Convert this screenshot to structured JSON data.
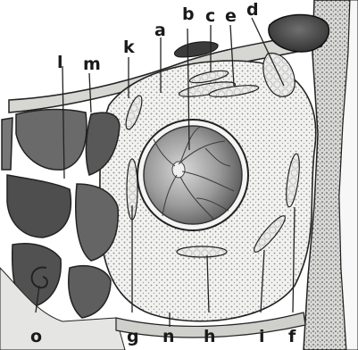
{
  "figure": {
    "labels": {
      "a": "a",
      "b": "b",
      "c": "c",
      "d": "d",
      "e": "e",
      "f": "f",
      "g": "g",
      "h": "h",
      "i": "i",
      "k": "k",
      "l": "l",
      "m": "m",
      "n": "n",
      "o": "o"
    }
  }
}
